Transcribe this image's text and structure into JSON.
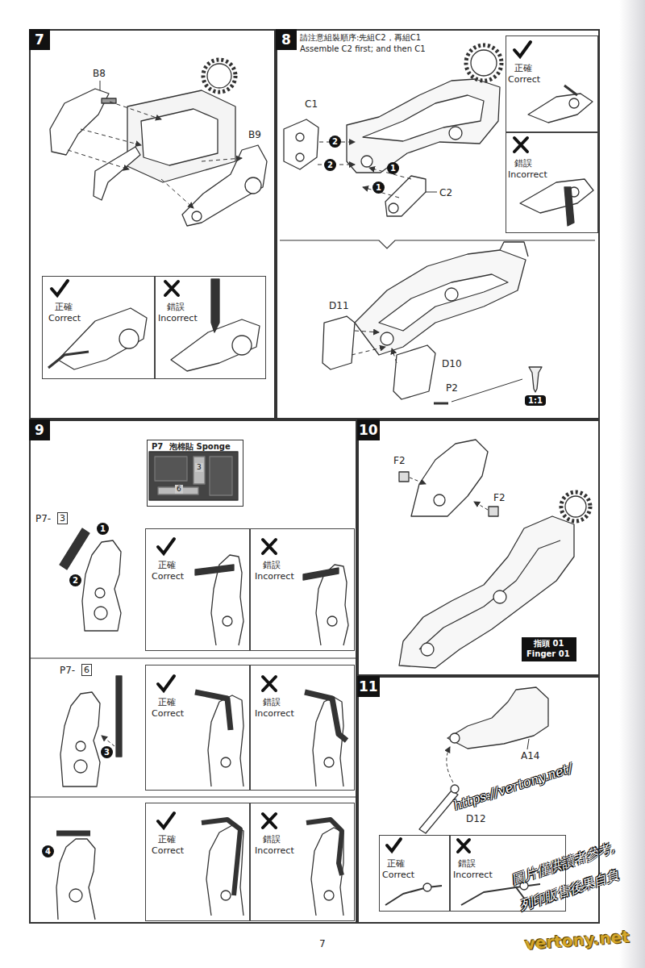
{
  "diagram": {
    "nodes": [
      {
        "text": [
          "7"
        ]
      },
      {
        "text": [
          "正確",
          "Correct"
        ],
        "in": 0
      },
      {
        "text": [
          "錯誤",
          "Incorrect"
        ],
        "in": 0
      },
      {
        "text": [
          "8",
          "請注意組裝順序:先組C2，再組C1",
          "Assemble C2 first; and then C1"
        ]
      },
      {
        "text": [
          "正確",
          "Correct"
        ],
        "in": 3
      },
      {
        "text": [
          "錯誤",
          "Incorrect"
        ],
        "in": 3
      },
      {
        "text": [
          "9"
        ]
      },
      {
        "text": [
          "P7",
          "泡棉貼 Sponge"
        ],
        "in": 6
      },
      {
        "text": [
          "正確",
          "Correct"
        ],
        "in": 6
      },
      {
        "text": [
          "錯誤",
          "Incorrect"
        ],
        "in": 6
      },
      {
        "text": [
          "正確",
          "Correct"
        ],
        "in": 6
      },
      {
        "text": [
          "錯誤",
          "Incorrect"
        ],
        "in": 6
      },
      {
        "text": [
          "正確",
          "Correct"
        ],
        "in": 6
      },
      {
        "text": [
          "錯誤",
          "Incorrect"
        ],
        "in": 6
      },
      {
        "text": [
          "10"
        ]
      },
      {
        "text": [
          "指頭 01",
          "Finger 01"
        ],
        "in": 14
      },
      {
        "text": [
          "11"
        ]
      },
      {
        "text": [
          "正確",
          "Correct"
        ],
        "in": 16
      },
      {
        "text": [
          "錯誤",
          "Incorrect"
        ],
        "in": 16
      }
    ],
    "labels": [
      "B8",
      "B9",
      "C1",
      "2",
      "2",
      "1",
      "1",
      "C2",
      "D11",
      "D10",
      "P2",
      "1:1",
      "3",
      "6",
      "P7-",
      "3",
      "1",
      "2",
      "P7-",
      "6",
      "3",
      "4",
      "F2",
      "F2",
      "A14",
      "D12",
      "7",
      "https://vertony.net/",
      "圖片僅供讀者參考,",
      "列印販售後果自負",
      "vertony.net"
    ]
  }
}
